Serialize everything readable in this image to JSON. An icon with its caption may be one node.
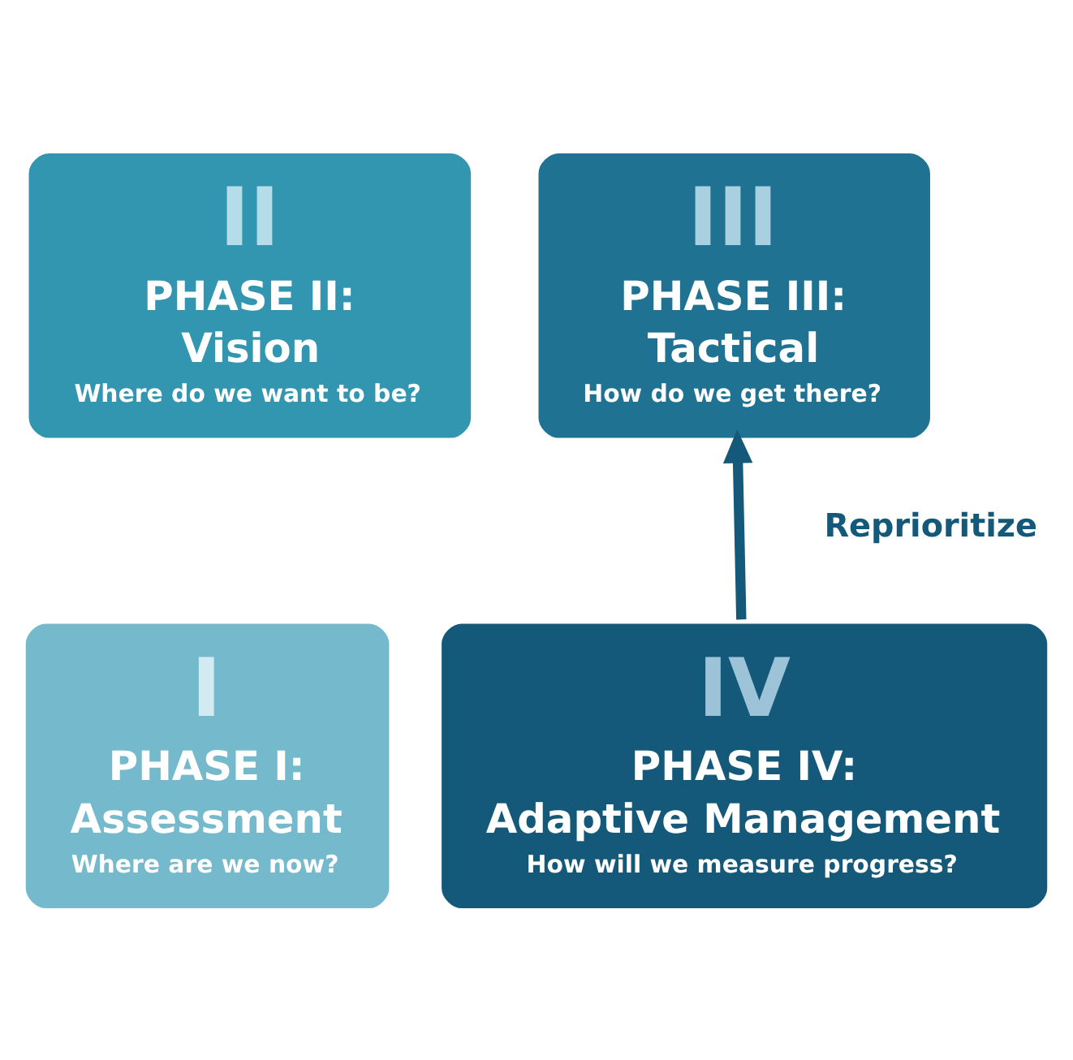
{
  "diagram": {
    "nodes": [
      {
        "text": [
          "I",
          "PHASE I:",
          "Assessment",
          "Where are we now?"
        ]
      },
      {
        "text": [
          "II",
          "PHASE II:",
          "Vision",
          "Where do we want to be?"
        ]
      },
      {
        "text": [
          "III",
          "PHASE III:",
          "Tactical",
          "How do we get there?"
        ]
      },
      {
        "text": [
          "IV",
          "PHASE IV:",
          "Adaptive Management",
          "How will we measure progress?"
        ]
      }
    ],
    "edges": [
      {
        "from": 3,
        "to": 2,
        "arrow": "to",
        "label": "Reprioritize"
      }
    ]
  }
}
